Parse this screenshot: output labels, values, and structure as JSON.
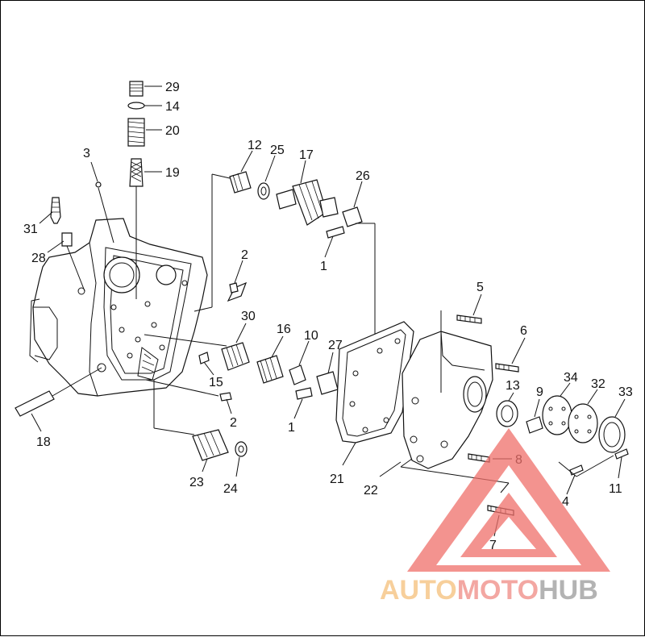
{
  "diagram": {
    "callouts": [
      {
        "label": "29"
      },
      {
        "label": "14"
      },
      {
        "label": "20"
      },
      {
        "label": "19"
      },
      {
        "label": "3"
      },
      {
        "label": "31"
      },
      {
        "label": "28"
      },
      {
        "label": "12"
      },
      {
        "label": "25"
      },
      {
        "label": "17"
      },
      {
        "label": "26"
      },
      {
        "label": "1"
      },
      {
        "label": "2"
      },
      {
        "label": "30"
      },
      {
        "label": "16"
      },
      {
        "label": "10"
      },
      {
        "label": "27"
      },
      {
        "label": "15"
      },
      {
        "label": "2"
      },
      {
        "label": "1"
      },
      {
        "label": "18"
      },
      {
        "label": "23"
      },
      {
        "label": "24"
      },
      {
        "label": "21"
      },
      {
        "label": "22"
      },
      {
        "label": "5"
      },
      {
        "label": "6"
      },
      {
        "label": "13"
      },
      {
        "label": "9"
      },
      {
        "label": "34"
      },
      {
        "label": "32"
      },
      {
        "label": "33"
      },
      {
        "label": "8"
      },
      {
        "label": "4"
      },
      {
        "label": "11"
      },
      {
        "label": "7"
      }
    ]
  },
  "watermark": {
    "part1": "AUTO",
    "part2": "MOTO",
    "part3": "HUB",
    "colors": {
      "auto": "#f5c07a",
      "moto": "#ef8a84",
      "hub": "#9a9a9a",
      "triangle": "#ef6f6a"
    }
  }
}
